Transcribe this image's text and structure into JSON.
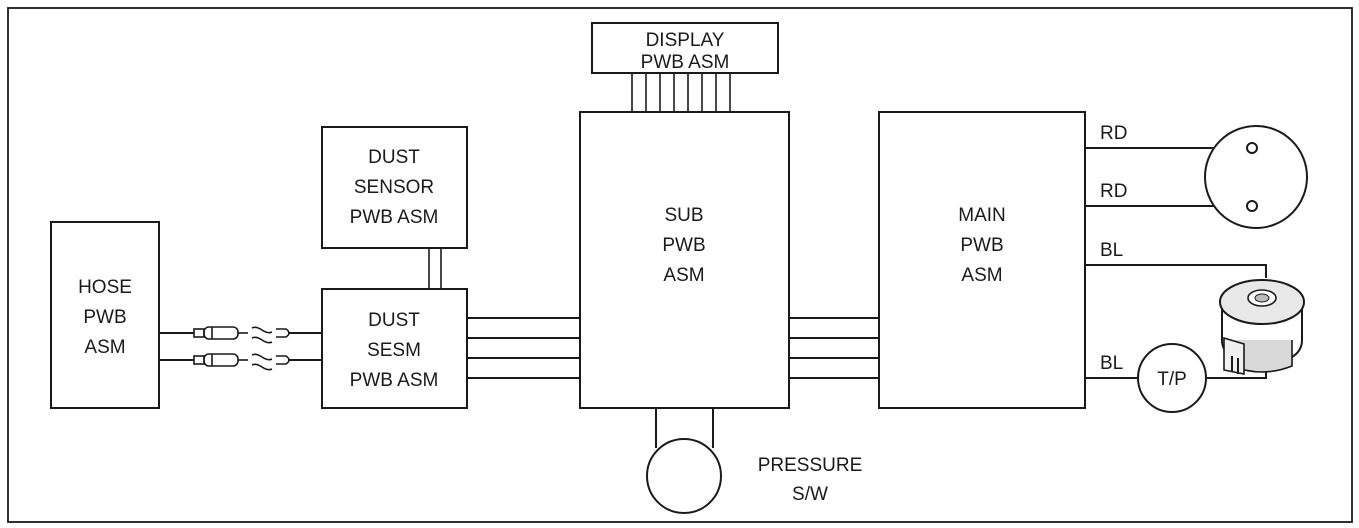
{
  "blocks": {
    "display": [
      "DISPLAY",
      "PWB ASM"
    ],
    "dust_sensor": [
      "DUST",
      "SENSOR",
      "PWB ASM"
    ],
    "hose": [
      "HOSE",
      "PWB",
      "ASM"
    ],
    "dust_sesm": [
      "DUST",
      "SESM",
      "PWB ASM"
    ],
    "sub": [
      "SUB",
      "PWB",
      "ASM"
    ],
    "main": [
      "MAIN",
      "PWB",
      "ASM"
    ]
  },
  "wires": {
    "rd_top": "RD",
    "rd_bottom": "RD",
    "bl_top": "BL",
    "bl_bottom": "BL"
  },
  "components": {
    "thermal_protector": "T/P",
    "pressure_switch": [
      "PRESSURE",
      "S/W"
    ]
  }
}
